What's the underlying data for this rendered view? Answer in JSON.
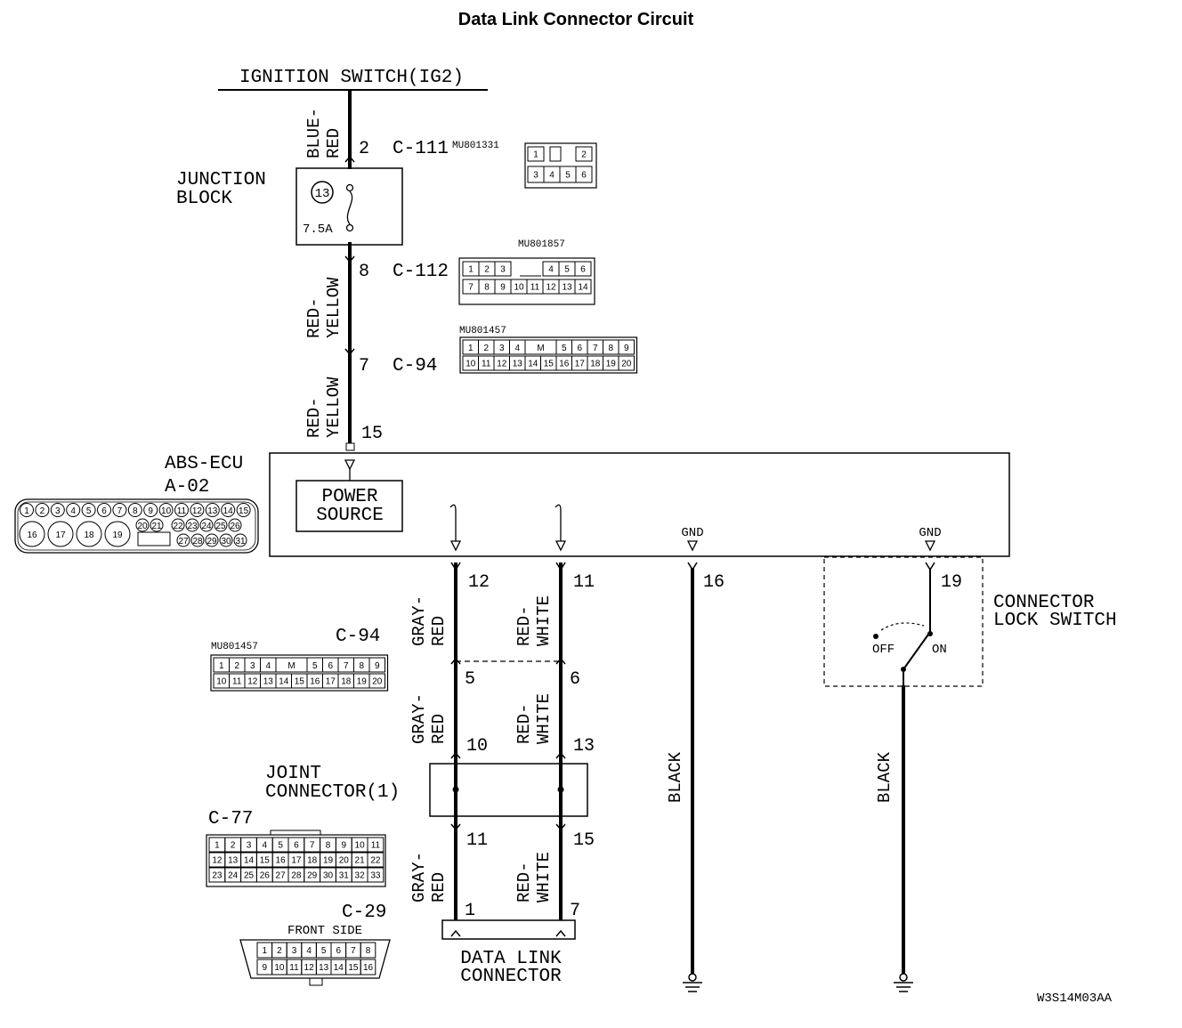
{
  "title": "Data Link Connector Circuit",
  "source": "IGNITION SWITCH(IG2)",
  "wires": {
    "blue_red_1": "BLUE-",
    "blue_red_2": "RED",
    "red_yellow_a1": "RED-",
    "red_yellow_a2": "YELLOW",
    "red_yellow_b1": "RED-",
    "red_yellow_b2": "YELLOW",
    "gray_red_a1": "GRAY-",
    "gray_red_a2": "RED",
    "gray_red_b1": "GRAY-",
    "gray_red_b2": "RED",
    "gray_red_c1": "GRAY-",
    "gray_red_c2": "RED",
    "red_white_a1": "RED-",
    "red_white_a2": "WHITE",
    "red_white_b1": "RED-",
    "red_white_b2": "WHITE",
    "red_white_c1": "RED-",
    "red_white_c2": "WHITE",
    "black_1": "BLACK",
    "black_2": "BLACK"
  },
  "pins": {
    "p2": "2",
    "p8": "8",
    "p7": "7",
    "p15": "15",
    "p12": "12",
    "p11": "11",
    "p16": "16",
    "p19": "19",
    "p5": "5",
    "p6": "6",
    "p10": "10",
    "p13": "13",
    "p11b": "11",
    "p15b": "15",
    "p1": "1",
    "p7b": "7"
  },
  "connectors": {
    "c111": "C-111",
    "c112": "C-112",
    "c94a": "C-94",
    "c94b": "C-94",
    "c77": "C-77",
    "c29": "C-29",
    "c29_side": "FRONT SIDE",
    "part_c111": "MU801331",
    "part_c112": "MU801857",
    "part_c94a": "MU801457",
    "part_c94b": "MU801457"
  },
  "junction_block": {
    "line1": "JUNCTION",
    "line2": "BLOCK",
    "fuse_no": "13",
    "fuse_rating": "7.5A"
  },
  "ecu": {
    "name": "ABS-ECU",
    "code": "A-02",
    "power1": "POWER",
    "power2": "SOURCE",
    "gnd1": "GND",
    "gnd2": "GND"
  },
  "lock_switch": {
    "line1": "CONNECTOR",
    "line2": "LOCK SWITCH",
    "off": "OFF",
    "on": "ON"
  },
  "joint_connector": {
    "line1": "JOINT",
    "line2": "CONNECTOR(1)"
  },
  "dlc": {
    "line1": "DATA LINK",
    "line2": "CONNECTOR"
  },
  "figure_code": "W3S14M03AA",
  "grid_c111": {
    "row1": [
      "1",
      "",
      "2"
    ],
    "row2": [
      "3",
      "4",
      "5",
      "6"
    ]
  },
  "grid_c112": {
    "row1": [
      "1",
      "2",
      "3",
      "",
      "4",
      "5",
      "6"
    ],
    "row2": [
      "7",
      "8",
      "9",
      "10",
      "11",
      "12",
      "13",
      "14"
    ]
  },
  "grid_c94": {
    "row1": [
      "1",
      "2",
      "3",
      "4",
      "M",
      "5",
      "6",
      "7",
      "8",
      "9"
    ],
    "row2": [
      "10",
      "11",
      "12",
      "13",
      "14",
      "15",
      "16",
      "17",
      "18",
      "19",
      "20"
    ]
  },
  "grid_a02": {
    "row1": [
      "1",
      "2",
      "3",
      "4",
      "5",
      "6",
      "7",
      "8",
      "9",
      "10",
      "11",
      "12",
      "13",
      "14",
      "15"
    ],
    "big": [
      "16",
      "17",
      "18",
      "19"
    ],
    "row2": [
      "20",
      "21",
      "22",
      "23",
      "24",
      "25",
      "26"
    ],
    "row3": [
      "27",
      "28",
      "29",
      "30",
      "31"
    ]
  },
  "grid_c77": {
    "row1": [
      "1",
      "2",
      "3",
      "4",
      "5",
      "6",
      "7",
      "8",
      "9",
      "10",
      "11"
    ],
    "row2": [
      "12",
      "13",
      "14",
      "15",
      "16",
      "17",
      "18",
      "19",
      "20",
      "21",
      "22"
    ],
    "row3": [
      "23",
      "24",
      "25",
      "26",
      "27",
      "28",
      "29",
      "30",
      "31",
      "32",
      "33"
    ]
  },
  "grid_c29": {
    "row1": [
      "1",
      "2",
      "3",
      "4",
      "5",
      "6",
      "7",
      "8"
    ],
    "row2": [
      "9",
      "10",
      "11",
      "12",
      "13",
      "14",
      "15",
      "16"
    ]
  }
}
